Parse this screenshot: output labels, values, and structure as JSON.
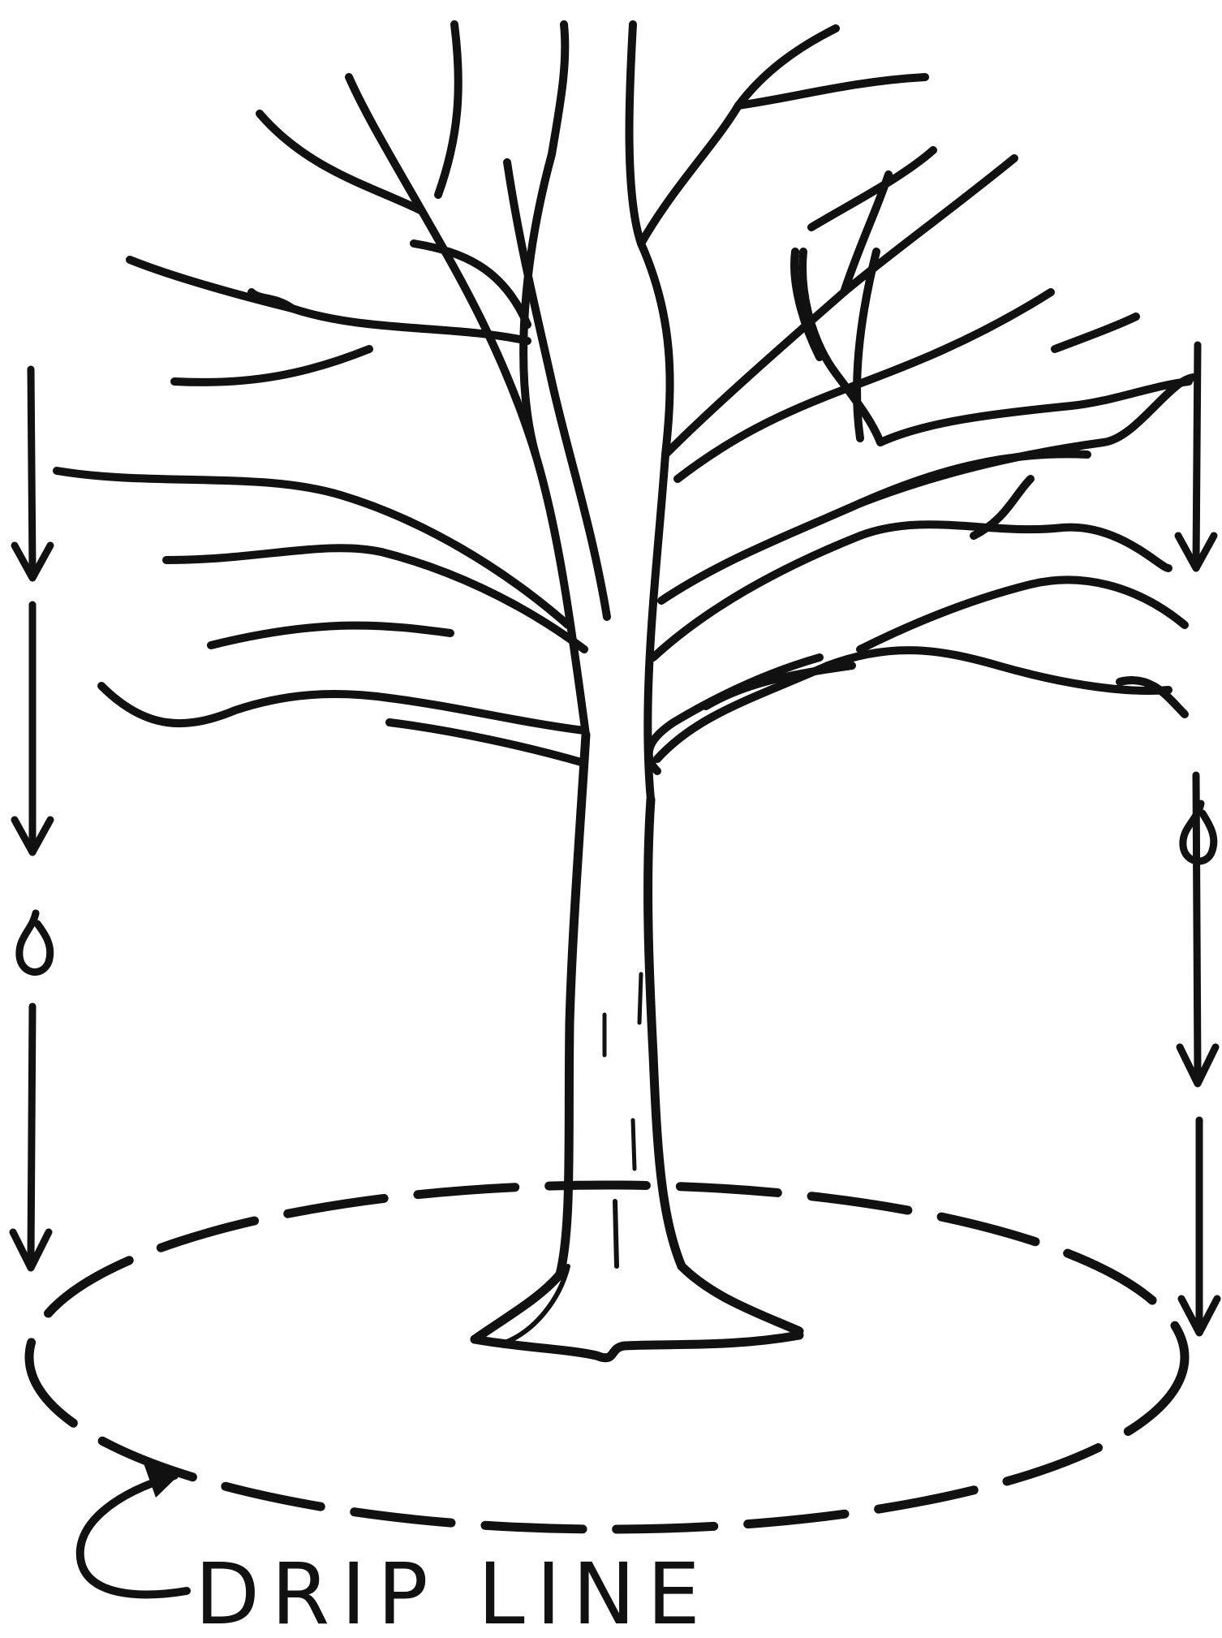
{
  "diagram": {
    "label": "DRIP LINE",
    "ink_color": "#111111",
    "background": "#ffffff",
    "elements": [
      "tree",
      "drip-line-circle",
      "left-rain-arrows",
      "right-rain-arrows",
      "water-drop-left",
      "water-drop-right",
      "label-pointer-arrow"
    ]
  }
}
